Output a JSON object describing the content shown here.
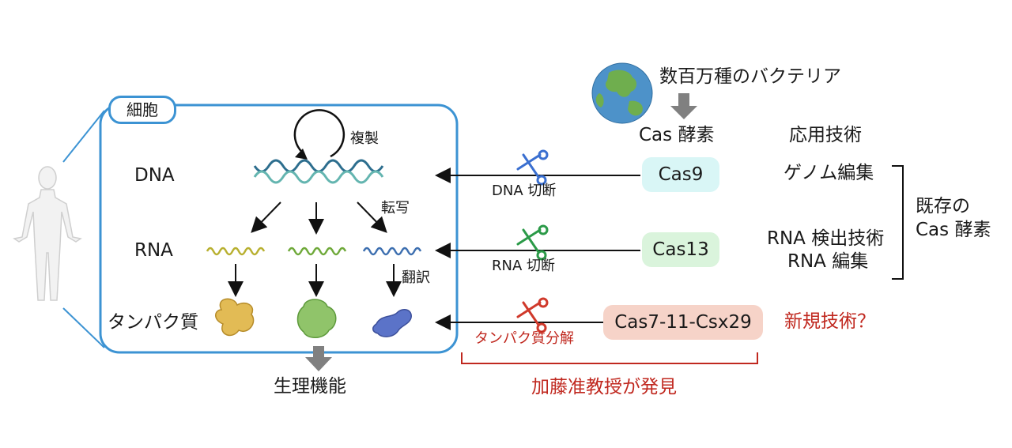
{
  "cell": {
    "label": "細胞"
  },
  "levels": {
    "dna": "DNA",
    "rna": "RNA",
    "protein": "タンパク質"
  },
  "processes": {
    "replication": "複製",
    "transcription": "転写",
    "translation": "翻訳"
  },
  "outcome": "生理機能",
  "source": "数百万種のバクテリア",
  "headers": {
    "enzymes": "Cas 酵素",
    "applications": "応用技術"
  },
  "enzymes": [
    {
      "name": "Cas9",
      "action": "DNA 切断",
      "color": "#d9f6f6"
    },
    {
      "name": "Cas13",
      "action": "RNA 切断",
      "color": "#daf4dc"
    },
    {
      "name": "Cas7-11-Csx29",
      "action": "タンパク質分解",
      "color": "#f6d3c8"
    }
  ],
  "applications": {
    "genome": "ゲノム編集",
    "rna_detect": "RNA 検出技術",
    "rna_edit": "RNA 編集",
    "new_tech": "新規技術？"
  },
  "existing": {
    "line1": "既存の",
    "line2": "Cas 酵素"
  },
  "discovery": "加藤准教授が発見",
  "colors": {
    "cell_border": "#3c93d3",
    "red": "#c0281f",
    "arrow_gray": "#808080"
  },
  "icons": [
    "human-silhouette-icon",
    "earth-globe-icon",
    "scissors-icon",
    "protein-icon",
    "dna-helix-icon",
    "rna-strand-icon"
  ]
}
